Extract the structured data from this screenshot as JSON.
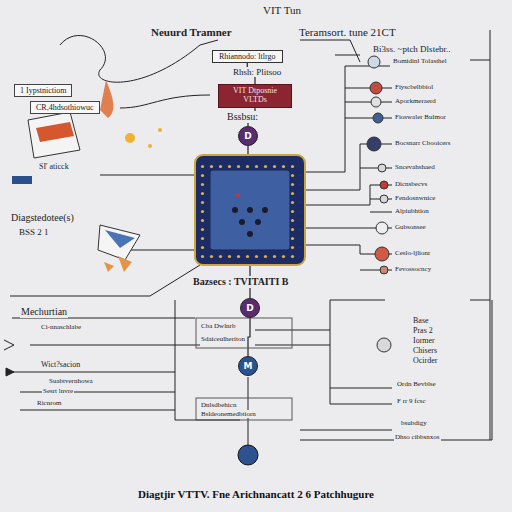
{
  "diagram": {
    "caption": "Diagtjir VTTV. Fne Arichnancatt 2 6 Patchhugure",
    "nodes": [
      {
        "text": [
          "Rhiannodo: ltlrgo"
        ]
      },
      {
        "text": [
          "VIT Dtposnie VLTDs"
        ]
      },
      {
        "text": [
          "D"
        ]
      },
      {
        "text": [
          "D"
        ]
      },
      {
        "text": [
          "M"
        ]
      },
      {
        "text": [
          "1 Iypstnictiom"
        ]
      },
      {
        "text": [
          "CR,4hdsothiowuc"
        ]
      }
    ],
    "edges": [
      {
        "from": 0,
        "to": 1,
        "arrow": "none"
      },
      {
        "from": 1,
        "to": 2,
        "arrow": "none"
      },
      {
        "from": 2,
        "to": 3,
        "arrow": "none"
      },
      {
        "from": 3,
        "to": 4,
        "arrow": "none"
      }
    ],
    "labels": [
      "VIT Tun",
      "Neuurd Tramner",
      "Teramsort. tune 21CT",
      "Rhsh: Plitsoo",
      "Bi3ss. ~ptch Dlstebr..",
      "Bomidinl Tolasthel",
      "Fiyscbelbbiol",
      "Aporkmeraerd",
      "Fioswaler Bulmor",
      "Bocsnarr Cbooicers",
      "Sncevahshaed",
      "Dicnsbecvs",
      "Fendosnwnice",
      "Alpiubhtion",
      "Gubsonsee",
      "Ceslo-ljlionr",
      "Fevossocncy",
      "Bssbsu:",
      "SI' aticck",
      "Diagstedotee(s)",
      "BSS 2 1",
      "Bazsecs : TVITAITI B",
      "Mechurtian",
      "Ci-nnaschlabe",
      "Wict?sacion",
      "Suabtvernhowa",
      "Sesrt lnvre",
      "Ricnrom",
      "Cba Dwlnrb",
      "Sdaiceulheriton",
      "Dnlsdbehicn",
      "Bsldeonemedbtiorn",
      "Base",
      "Pras 2",
      "Iormer",
      "Chisers",
      "Ocirder",
      "Ordn Bevblse",
      "F rr 9 fcsc",
      "bsubdigy",
      "Dhso cibbsnxos"
    ]
  }
}
